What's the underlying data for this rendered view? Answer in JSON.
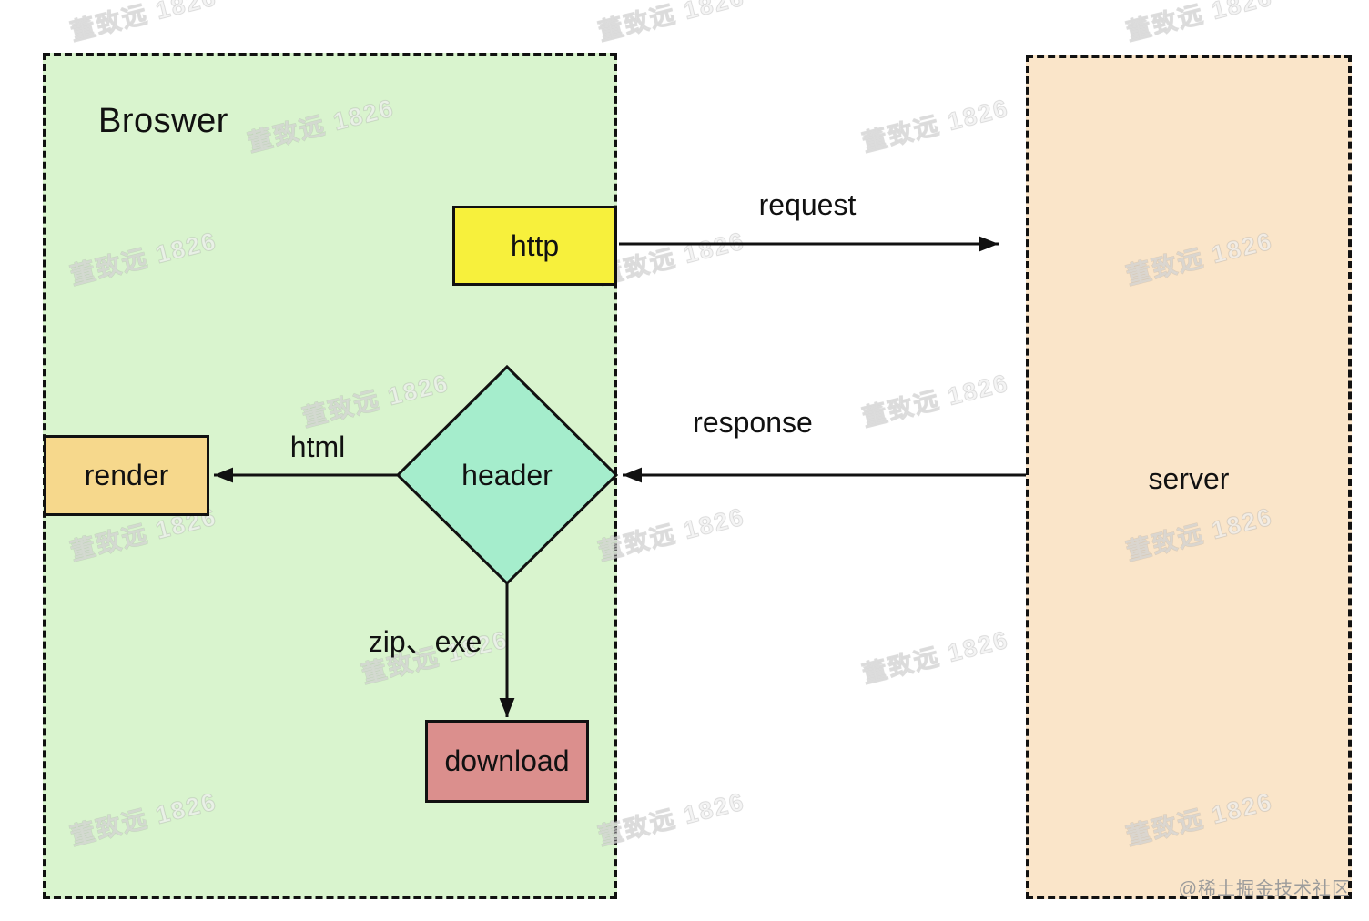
{
  "browser": {
    "label": "Broswer"
  },
  "server": {
    "label": "server"
  },
  "nodes": {
    "http": {
      "label": "http"
    },
    "header": {
      "label": "header"
    },
    "render": {
      "label": "render"
    },
    "download": {
      "label": "download"
    }
  },
  "edges": {
    "request": {
      "label": "request"
    },
    "response": {
      "label": "response"
    },
    "html": {
      "label": "html"
    },
    "zip_exe": {
      "label": "zip、exe"
    }
  },
  "watermark": {
    "text": "董致远 1826"
  },
  "credit": {
    "text": "@稀土掘金技术社区"
  },
  "colors": {
    "browser_fill": "#D9F4CE",
    "server_fill": "#FAE5C9",
    "http_fill": "#F7F03C",
    "render_fill": "#F6D88C",
    "header_fill": "#A5EDCC",
    "download_fill": "#DB8F8D",
    "stroke": "#111111"
  }
}
